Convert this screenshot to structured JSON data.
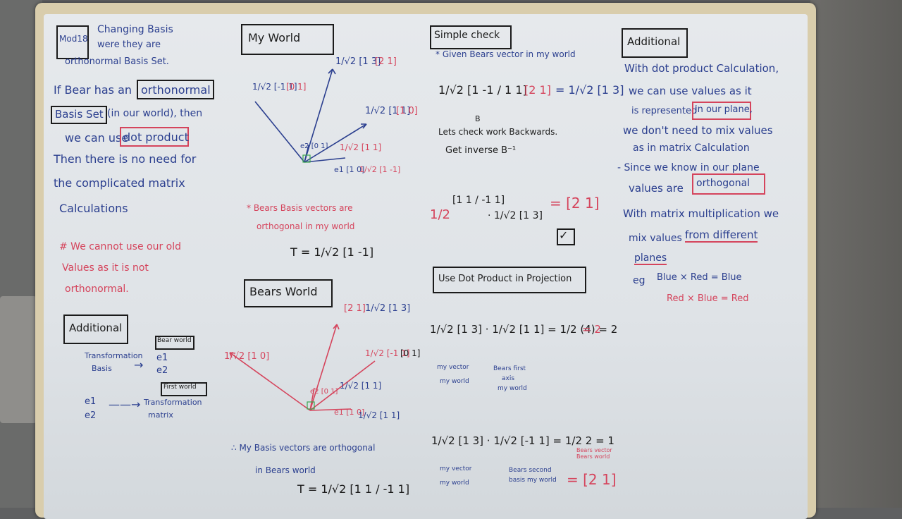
{
  "col1": {
    "module_tag": "Mod18",
    "heading_line1": "Changing Basis",
    "heading_line2": "were they are",
    "heading_line3": "orthonormal Basis Set.",
    "para_line1": "If Bear has an",
    "para_box1": "orthonormal",
    "para_box2": "Basis Set",
    "para_line2": "(in our world), then",
    "para_line3": "we can use",
    "para_box3": "dot product",
    "para_line4": "Then there is no need for",
    "para_line5": "the complicated matrix",
    "para_line6": "Calculations",
    "note_line1": "# We cannot use our old",
    "note_line2": "Values as it is not",
    "note_line3": "orthonormal.",
    "additional_title": "Additional",
    "transform_label1": "Transformation",
    "transform_label2": "Basis",
    "box_world1": "Bear world",
    "e1_a": "e1",
    "e2_a": "e2",
    "box_world2": "First world",
    "e1_b": "e1",
    "e2_b": "e2",
    "transform_label3": "Transformation",
    "transform_label4": "matrix"
  },
  "col2": {
    "my_world_title": "My World",
    "vec_a": "1/√2 [1 3]",
    "vec_a_red": "[2 1]",
    "vec_b": "1/√2 [-1 1]",
    "vec_b_red": "[0 1]",
    "vec_c": "1/√2 [1 1]",
    "vec_c_red": "[1 0]",
    "e2_label": "e2 [0 1]",
    "red_small": "1/√2 [1 1]",
    "e1_label": "e1 [1 0]",
    "red_small2": "1/√2 [1 -1]",
    "note_line1": "* Bears Basis vectors are",
    "note_line2": "orthogonal in my world",
    "t_formula": "T = 1/√2 [1 -1]",
    "bears_world_title": "Bears World",
    "bw_vec_a_red": "[2 1]",
    "bw_vec_a": "1/√2 [1 3]",
    "bw_vec_b_red": "1/√2 [1 0]",
    "bw_vec_c": "1/√2 [-1 1]",
    "bw_vec_c_red": "[0 1]",
    "bw_e2": "e2 [0 1]",
    "bw_vec_d": "1/√2 [1 1]",
    "bw_e1": "e1 [1 0]",
    "bw_vec_e": "1/√2 [1 1]",
    "concl_line1": "∴ My Basis vectors are orthogonal",
    "concl_line2": "in Bears world",
    "concl_t": "T = 1/√2 [1 1 / -1 1]"
  },
  "col3": {
    "simple_check_title": "Simple check",
    "given_line": "* Given Bears vector in my world",
    "eq1_left": "1/√2 [1 -1 / 1 1]",
    "eq1_mid_red": "[2 1]",
    "eq1_right": "= 1/√2 [1 3]",
    "b_label": "B",
    "check_line1": "Lets check work Backwards.",
    "check_line2": "Get inverse B⁻¹",
    "eq2_left_red": "1/2",
    "eq2_mat": "[1 1 / -1 1]",
    "eq2_mid": "· 1/√2 [1 3]",
    "eq2_right_red": "= [2 1]",
    "tick": "✓",
    "proj_title": "Use Dot Product in Projection",
    "proj_eq": "1/√2 [1 3] · 1/√2 [1 1] = 1/2 (4) = 2",
    "proj_result_red": "= 2",
    "lbl_my_vector1": "my vector",
    "lbl_my_world1": "my world",
    "lbl_bears_first": "Bears first",
    "lbl_axis": "axis",
    "lbl_my_world2": "my world",
    "proj_eq2": "1/√2 [1 3] · 1/√2 [-1 1] = 1/2 2 = 1",
    "lbl_my_vector2": "my vector",
    "lbl_my_world3": "my world",
    "lbl_bears_second": "Bears second",
    "lbl_basis_world": "basis my world",
    "bears_vector_label": "Bears vector Bears world",
    "final_red": "= [2 1]"
  },
  "col4": {
    "additional_title": "Additional",
    "line1": "With dot product Calculation,",
    "line2": "we can use values as it",
    "line3": "is represented",
    "line3_box": "in our plane,",
    "line4": "we don't need to mix values",
    "line5": "as in matrix Calculation",
    "line6": "- Since we know in our plane",
    "line7": "values are",
    "line7_box": "orthogonal",
    "line8": "With matrix multiplication we",
    "line9": "mix values",
    "line9_red": "from different",
    "line10": "planes",
    "eg_label": "eg",
    "eg_line1_blue": "Blue × Red = Blue",
    "eg_line2_red": "Red × Blue = Red"
  },
  "colors": {
    "marker_blue": "#2b3f8f",
    "marker_red": "#d5445c",
    "marker_black": "#1b1b1b",
    "board": "#e3e6ea",
    "frame": "#d9cdac"
  }
}
